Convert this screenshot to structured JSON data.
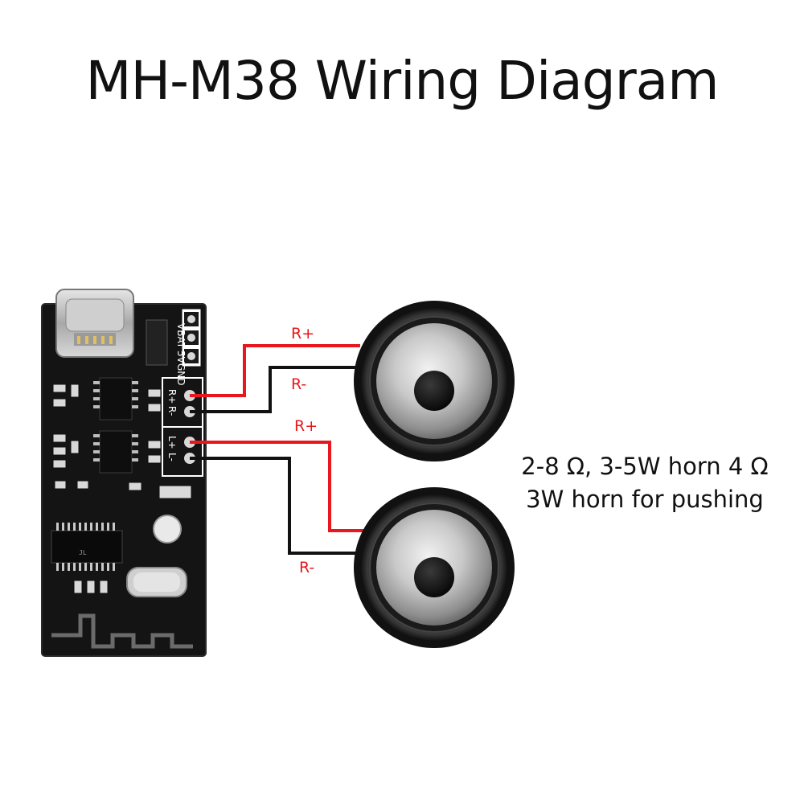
{
  "title": "MH-M38 Wiring Diagram",
  "board": {
    "power_pins": [
      "VBAT",
      "5V",
      "GND"
    ],
    "right_channel_pins": [
      "R+",
      "R-"
    ],
    "left_channel_pins": [
      "L+",
      "L-"
    ],
    "chip_mark": "JL"
  },
  "wires": {
    "top_speaker": {
      "positive_label": "R+",
      "negative_label": "R-"
    },
    "bottom_speaker": {
      "positive_label": "R+",
      "negative_label": "R-"
    }
  },
  "note": {
    "line1": "2-8 Ω, 3-5W horn 4 Ω",
    "line2": "3W horn for pushing"
  },
  "colors": {
    "wire_positive": "#e8161d",
    "wire_negative": "#111111",
    "pcb": "#141414",
    "silkscreen": "#ffffff"
  }
}
